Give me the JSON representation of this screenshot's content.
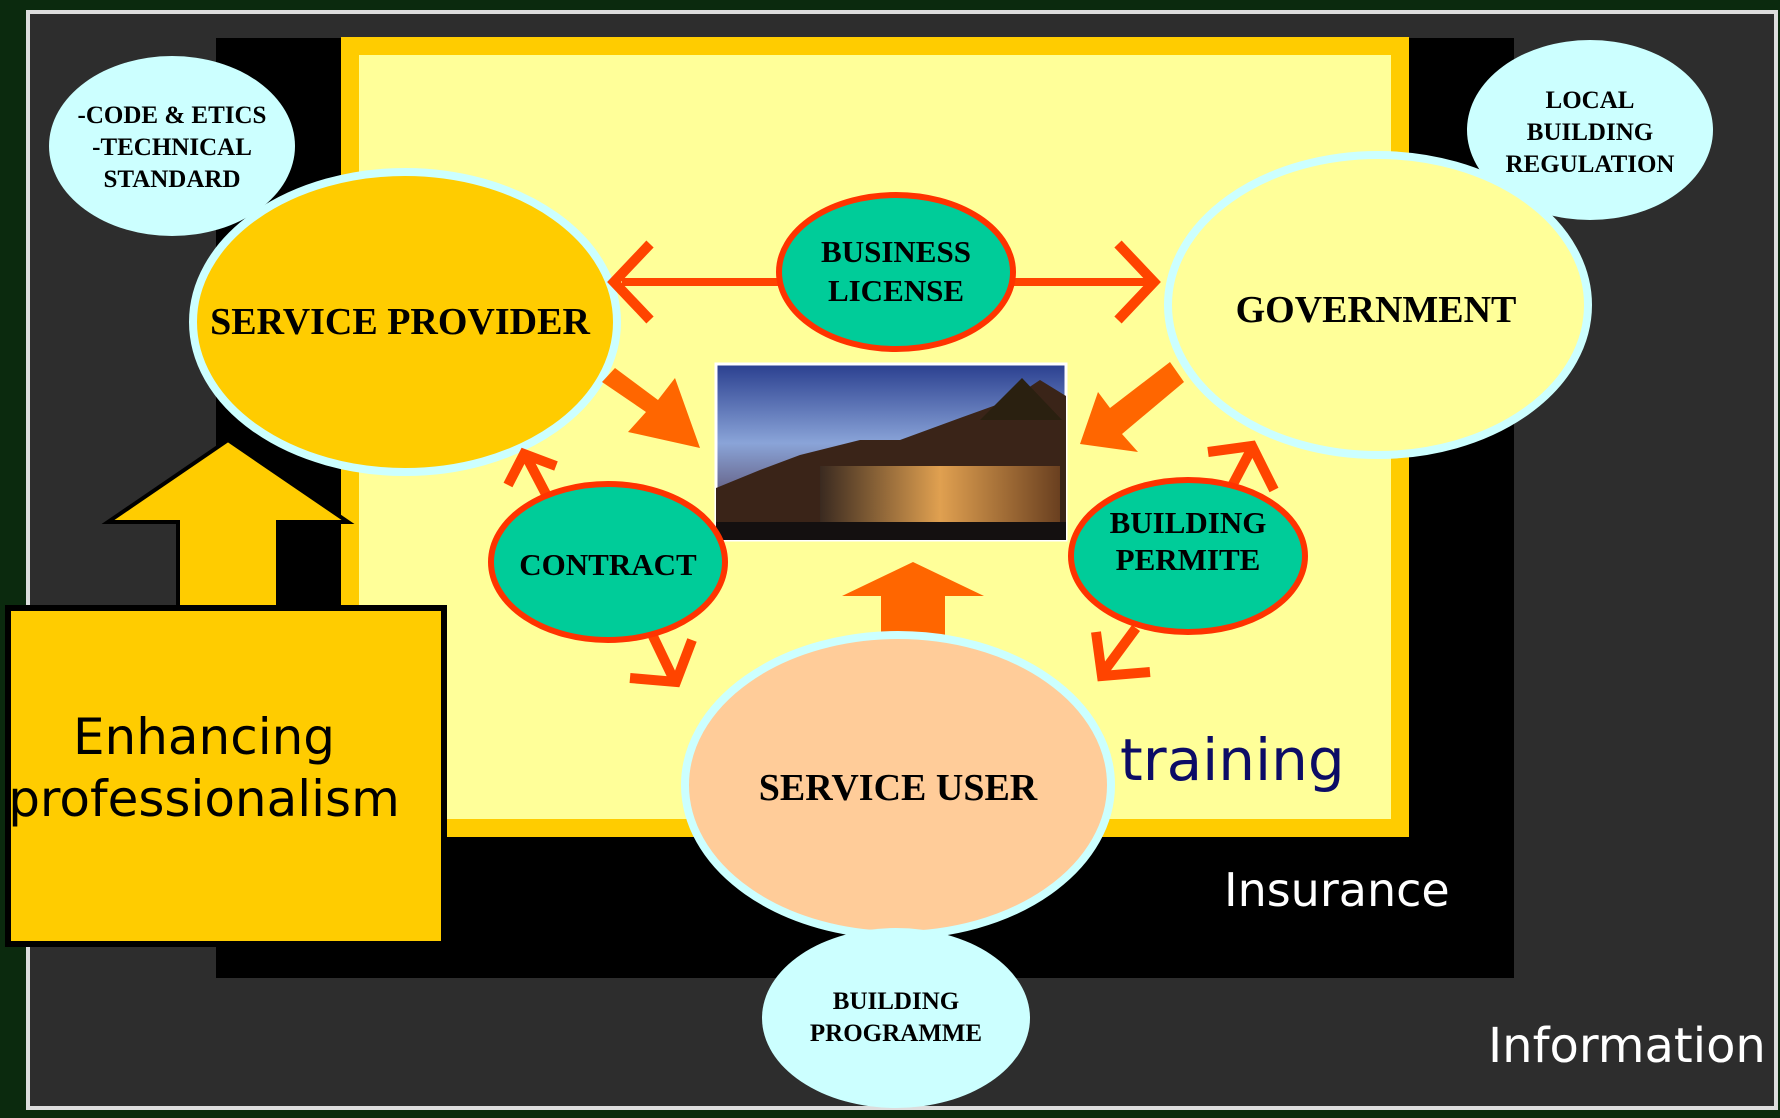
{
  "diagram": {
    "nodes": {
      "code_ethics": [
        "-CODE & ETICS",
        "-TECHNICAL",
        "STANDARD"
      ],
      "local_regulation": [
        "LOCAL",
        "BUILDING",
        "REGULATION"
      ],
      "service_provider": "SERVICE PROVIDER",
      "government": "GOVERNMENT",
      "business_license": [
        "BUSINESS",
        "LICENSE"
      ],
      "contract": "CONTRACT",
      "building_permit": [
        "BUILDING",
        "PERMITE"
      ],
      "service_user": "SERVICE USER",
      "building_programme": [
        "BUILDING",
        "PROGRAMME"
      ]
    },
    "labels": {
      "enhancing": [
        "Enhancing",
        "professionalism"
      ],
      "training": "training",
      "insurance": "Insurance",
      "information": "Information"
    },
    "image": {
      "name": "building-photo",
      "alt": "building photo"
    },
    "colors": {
      "background": "#2d2d2d",
      "inner_frame": "#000000",
      "panel_border": "#ffcc00",
      "panel_fill": "#ffff99",
      "provider_fill": "#ffcc00",
      "government_fill": "#ffff99",
      "user_fill": "#ffcc99",
      "node_outline": "#ccffff",
      "support_bubble": "#ccffff",
      "link_fill": "#00cc99",
      "link_outline": "#ff3300",
      "arrow": "#ff4400",
      "block_arrow": "#ff6600",
      "enhancing_fill": "#ffcc00",
      "training_text": "#0c0c66",
      "white_text": "#ffffff"
    }
  }
}
